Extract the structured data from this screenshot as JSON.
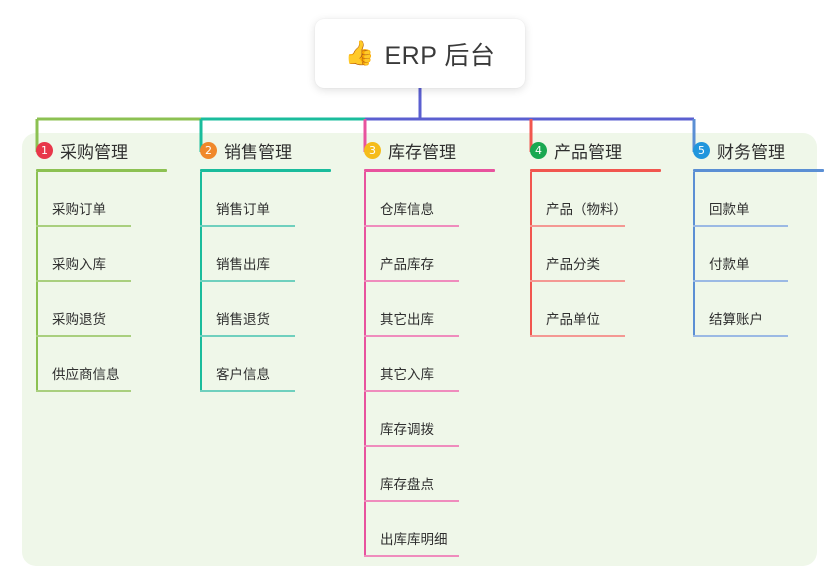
{
  "root": {
    "icon": "thumbs-up-icon",
    "icon_glyph": "👍",
    "title": "ERP 后台"
  },
  "colors": {
    "panel_background": "#eff7e9",
    "page_background": "#ffffff",
    "root_connector": "#5b5fd0",
    "branch_1": "#8cc152",
    "branch_2": "#1abc9c",
    "branch_3": "#e8539e",
    "branch_4": "#f1564f",
    "branch_5": "#5b8fd4",
    "badge_1": "#e8374a",
    "badge_2": "#f0882b",
    "badge_3": "#f5bc1a",
    "badge_4": "#19a851",
    "badge_5": "#2196dd",
    "text": "#2f2f2f"
  },
  "columns": [
    {
      "number": "1",
      "title": "采购管理",
      "badge_color": "#e8374a",
      "line_color": "#8cc152",
      "leaf_line_color": "#a9cf7e",
      "items": [
        "采购订单",
        "采购入库",
        "采购退货",
        "供应商信息"
      ]
    },
    {
      "number": "2",
      "title": "销售管理",
      "badge_color": "#f0882b",
      "line_color": "#1abc9c",
      "leaf_line_color": "#6fd0be",
      "items": [
        "销售订单",
        "销售出库",
        "销售退货",
        "客户信息"
      ]
    },
    {
      "number": "3",
      "title": "库存管理",
      "badge_color": "#f5bc1a",
      "line_color": "#e8539e",
      "leaf_line_color": "#ef8cbd",
      "items": [
        "仓库信息",
        "产品库存",
        "其它出库",
        "其它入库",
        "库存调拨",
        "库存盘点",
        "出库库明细"
      ]
    },
    {
      "number": "4",
      "title": "产品管理",
      "badge_color": "#19a851",
      "line_color": "#f1564f",
      "leaf_line_color": "#f49893",
      "items": [
        "产品（物料）",
        "产品分类",
        "产品单位"
      ]
    },
    {
      "number": "5",
      "title": "财务管理",
      "badge_color": "#2196dd",
      "line_color": "#5b8fd4",
      "leaf_line_color": "#9bb9e4",
      "items": [
        "回款单",
        "付款单",
        "结算账户"
      ]
    }
  ]
}
